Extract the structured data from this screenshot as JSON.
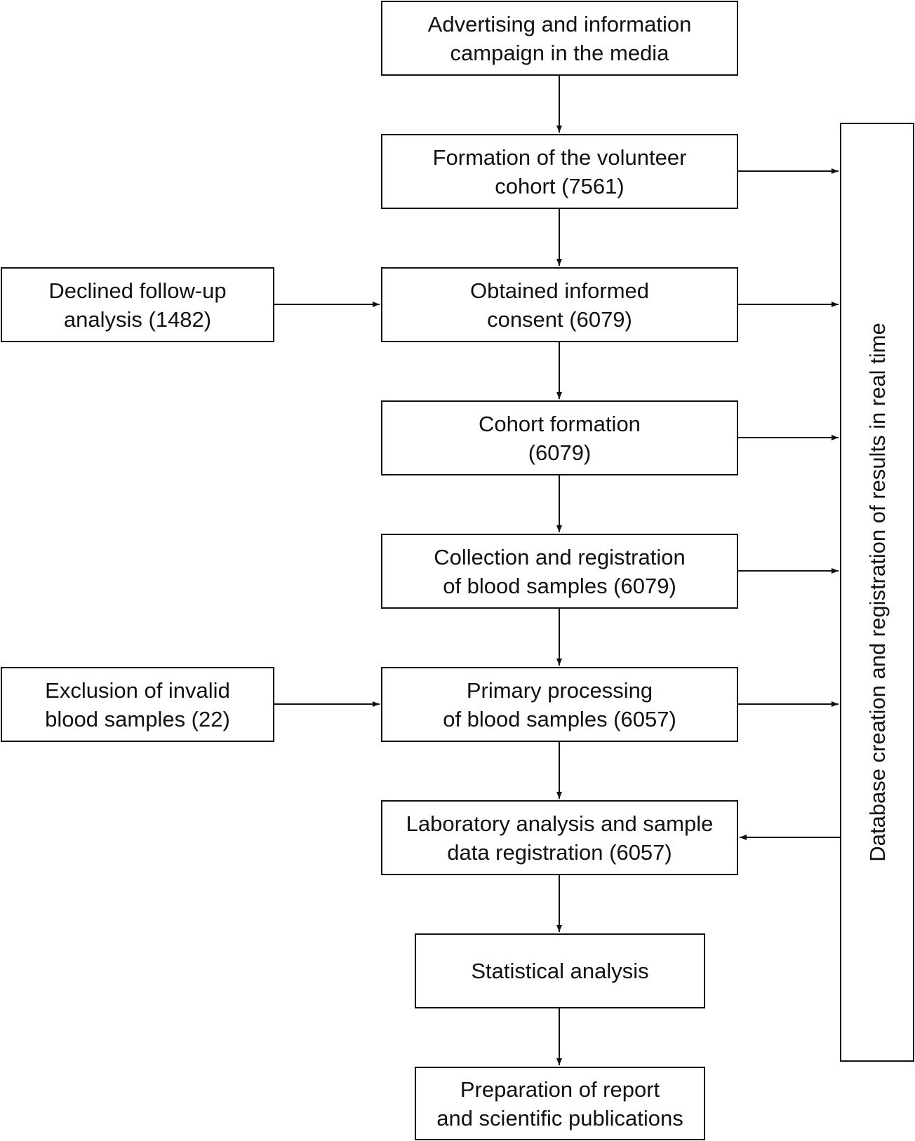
{
  "boxes": {
    "media_campaign": "Advertising and information\ncampaign in the media",
    "volunteer_cohort": "Formation of the volunteer\ncohort (7561)",
    "informed_consent": "Obtained informed\nconsent (6079)",
    "cohort_formation": "Cohort formation\n(6079)",
    "blood_collection": "Collection and registration\nof blood samples (6079)",
    "primary_processing": "Primary processing\nof blood samples (6057)",
    "lab_analysis": "Laboratory analysis and sample\ndata registration (6057)",
    "statistical_analysis": "Statistical analysis",
    "report_preparation": "Preparation of report\nand scientific publications",
    "declined_followup": "Declined follow-up\nanalysis (1482)",
    "excluded_samples": "Exclusion of invalid\nblood samples (22)",
    "database": "Database creation and registration of results in real time"
  }
}
